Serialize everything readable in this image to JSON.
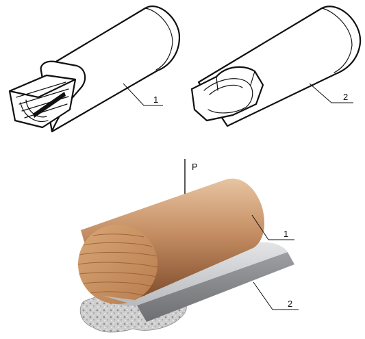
{
  "labels": {
    "part_top_left": "1",
    "part_top_right": "2",
    "force": "P",
    "part_bottom_round": "1",
    "part_bottom_strip": "2"
  },
  "colors": {
    "wood_light": "#e2bb93",
    "wood_dark": "#8e5632",
    "strip": "#a7a9ac",
    "strip_top": "#cfd1d3",
    "foam": "#c9c9c9"
  }
}
